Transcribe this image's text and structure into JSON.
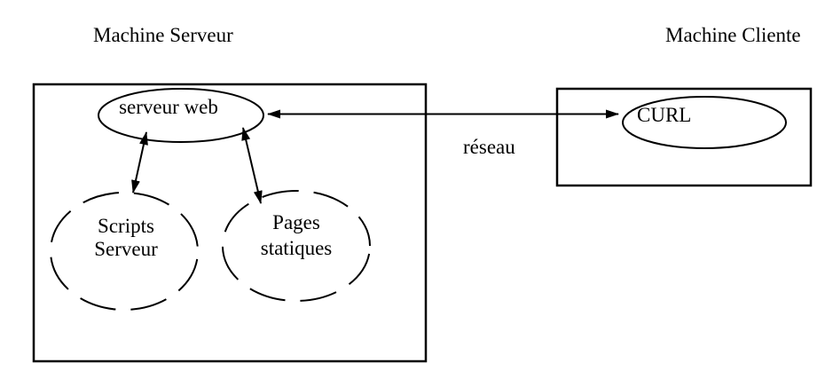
{
  "diagram": {
    "title_left": "Machine Serveur",
    "title_right": "Machine Cliente",
    "nodes": {
      "web_server": "serveur web",
      "scripts": {
        "line1": "Scripts",
        "line2": "Serveur"
      },
      "pages": {
        "line1": "Pages",
        "line2": "statiques"
      },
      "curl": "CURL"
    },
    "edges": {
      "network_label": "réseau"
    },
    "colors": {
      "stroke": "#000000",
      "background": "#ffffff"
    }
  }
}
